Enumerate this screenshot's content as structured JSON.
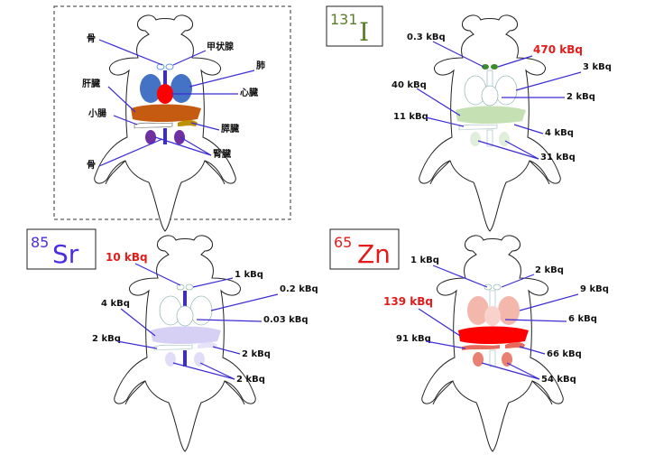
{
  "legend": {
    "bone_top": "骨",
    "thyroid": "甲状腺",
    "lung": "肺",
    "liver": "肝臓",
    "heart": "心臓",
    "intestine": "小腸",
    "pancreas": "膵臓",
    "kidney": "腎臓",
    "bone_bottom": "骨"
  },
  "panels": {
    "iodine": {
      "mass": "131",
      "symbol": "I",
      "mass_color": "#5a7d2a",
      "symbol_color": "#5a7d2a",
      "organ_color": "#c5e1b4",
      "values": {
        "thyroid": "470 kBq",
        "bone": "0.3 kBq",
        "lung": "3 kBq",
        "liver": "40 kBq",
        "heart": "2 kBq",
        "intestine": "11 kBq",
        "pancreas": "4 kBq",
        "kidney": "31 kBq"
      }
    },
    "strontium": {
      "mass": "85",
      "symbol": "Sr",
      "mass_color": "#4b2ee0",
      "symbol_color": "#4b2ee0",
      "organ_color": "#d6d0f5",
      "values": {
        "bone": "10 kBq",
        "thyroid": "1 kBq",
        "lung": "0.2 kBq",
        "liver": "4 kBq",
        "heart": "0.03 kBq",
        "intestine": "2 kBq",
        "pancreas": "2 kBq",
        "kidney": "2 kBq"
      }
    },
    "zinc": {
      "mass": "65",
      "symbol": "Zn",
      "mass_color": "#e41b1b",
      "symbol_color": "#e41b1b",
      "organ_color": "#f4b7ac",
      "values": {
        "bone": "1 kBq",
        "thyroid": "2 kBq",
        "lung": "9 kBq",
        "liver": "139 kBq",
        "heart": "6 kBq",
        "intestine": "91 kBq",
        "pancreas": "66 kBq",
        "kidney": "54 kBq"
      }
    }
  },
  "colors": {
    "pointer": "#3b2bd4",
    "highlight": "#e41b1b",
    "legend_lung": "#4472c4",
    "legend_heart": "#ff0000",
    "legend_liver": "#c55a11",
    "legend_pancreas": "#bf9000",
    "legend_kidney": "#7030a0",
    "legend_bone": "#3b2bd4",
    "legend_thyroid": "#5b9bd5"
  }
}
